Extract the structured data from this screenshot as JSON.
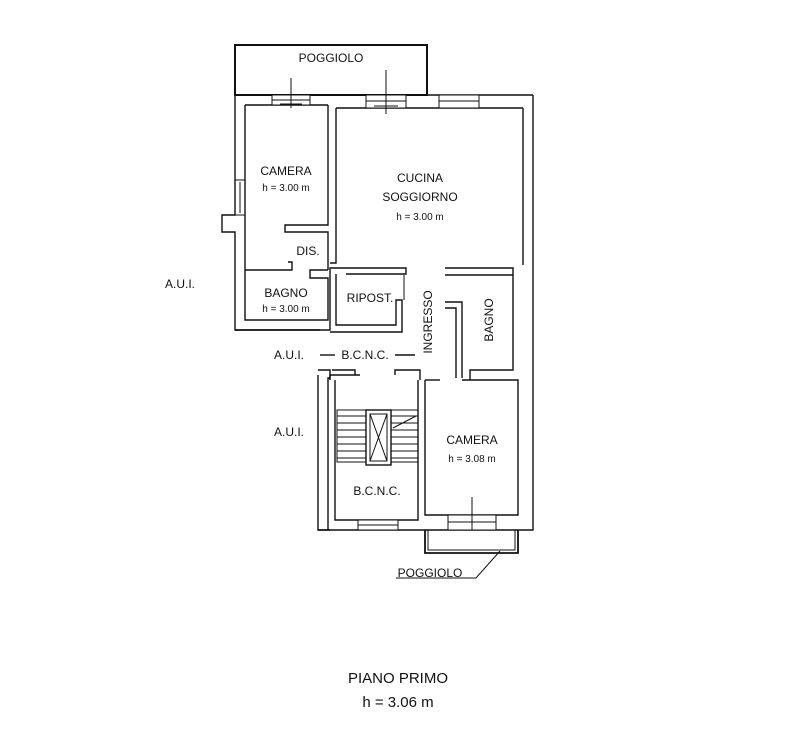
{
  "rooms": {
    "poggiolo_top": "POGGIOLO",
    "camera_nw_name": "CAMERA",
    "camera_nw_height": "h = 3.00 m",
    "cucina_line1": "CUCINA",
    "cucina_line2": "SOGGIORNO",
    "cucina_height": "h = 3.00 m",
    "dis": "DIS.",
    "bagno_w_name": "BAGNO",
    "bagno_w_height": "h = 3.00 m",
    "ripost": "RIPOST.",
    "ingresso": "INGRESSO",
    "bagno_e": "BAGNO",
    "bcnc_corridor": "B.C.N.C.",
    "bcnc_stair": "B.C.N.C.",
    "camera_se_name": "CAMERA",
    "camera_se_height": "h = 3.08 m",
    "poggiolo_bottom": "POGGIOLO"
  },
  "neighbors": {
    "aui_1": "A.U.I.",
    "aui_2": "A.U.I.",
    "aui_3": "A.U.I."
  },
  "footer": {
    "floor_name": "PIANO PRIMO",
    "floor_height": "h = 3.06 m"
  }
}
